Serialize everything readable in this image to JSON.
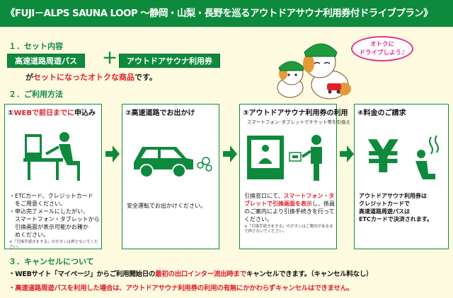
{
  "title": "《FUJI－ALPS SAUNA LOOP 〜静岡・山梨・長野を巡るアウトドアサウナ利用券付ドライブプラン》",
  "section1": {
    "label": "１．セット内容",
    "pill_a": "高速道路周遊パス",
    "plus": "＋",
    "pill_b": "アウトドアサウナ利用券",
    "desc_pre": "が",
    "desc_red": "セットになったオトクな商品",
    "desc_post": "です。"
  },
  "bubble": {
    "line1": "オトクに",
    "line2": "ドライブしよう♪"
  },
  "section2": {
    "label": "２．ご利用方法"
  },
  "steps": [
    {
      "title_num": "①",
      "title_red": "WEBで前日までに",
      "title_post": "申込み",
      "lines": [
        "・ETCカード、クレジットカード",
        "　をご用意ください。",
        "・申込完了メールにしたがい、",
        "　スマートフォン・タブレットから",
        "　引換画面が表示可能かお確か",
        "　めください。"
      ],
      "note": "※「引換手続きをする」のボタンは押さないでください。"
    },
    {
      "title": "②高速道路でお出かけ",
      "text": "安全運転でお出かけください。"
    },
    {
      "title": "③アウトドアサウナ利用券の利用",
      "sub": "スマートフォン･タブレットでチケット等を引換え",
      "text_a": "引換窓口にて、",
      "text_red": "スマートフォン・タブレットで引換画面を表示",
      "text_b": "し、係員のご案内により引換手続きを行ってください。",
      "note": "※「引換手続きをする」のボタンはご案内があるまで押さないでください。"
    },
    {
      "title": "④料金のご請求",
      "lines": [
        "アウトドアサウナ利用券は",
        "クレジットカードで",
        "高速道路周遊パスは",
        "ETCカードで決済されます。"
      ]
    }
  ],
  "section3": {
    "label": "３．キャンセルについて",
    "line1_a": "・WEBサイト「マイページ」からご利用開始日の",
    "line1_red": "最初の出口インター流出時まで",
    "line1_b": "キャンセルできます。（キャンセル料なし）",
    "line2": "・高速道路周遊パスを利用した場合は、アウトドアサウナ利用券の利用の有無にかかわらずキャンセルはできません。"
  },
  "colors": {
    "brand_green": "#0e8a3d",
    "accent_red": "#e0202a",
    "background": "#fffbe0",
    "bubble_pink": "#e8308a"
  }
}
